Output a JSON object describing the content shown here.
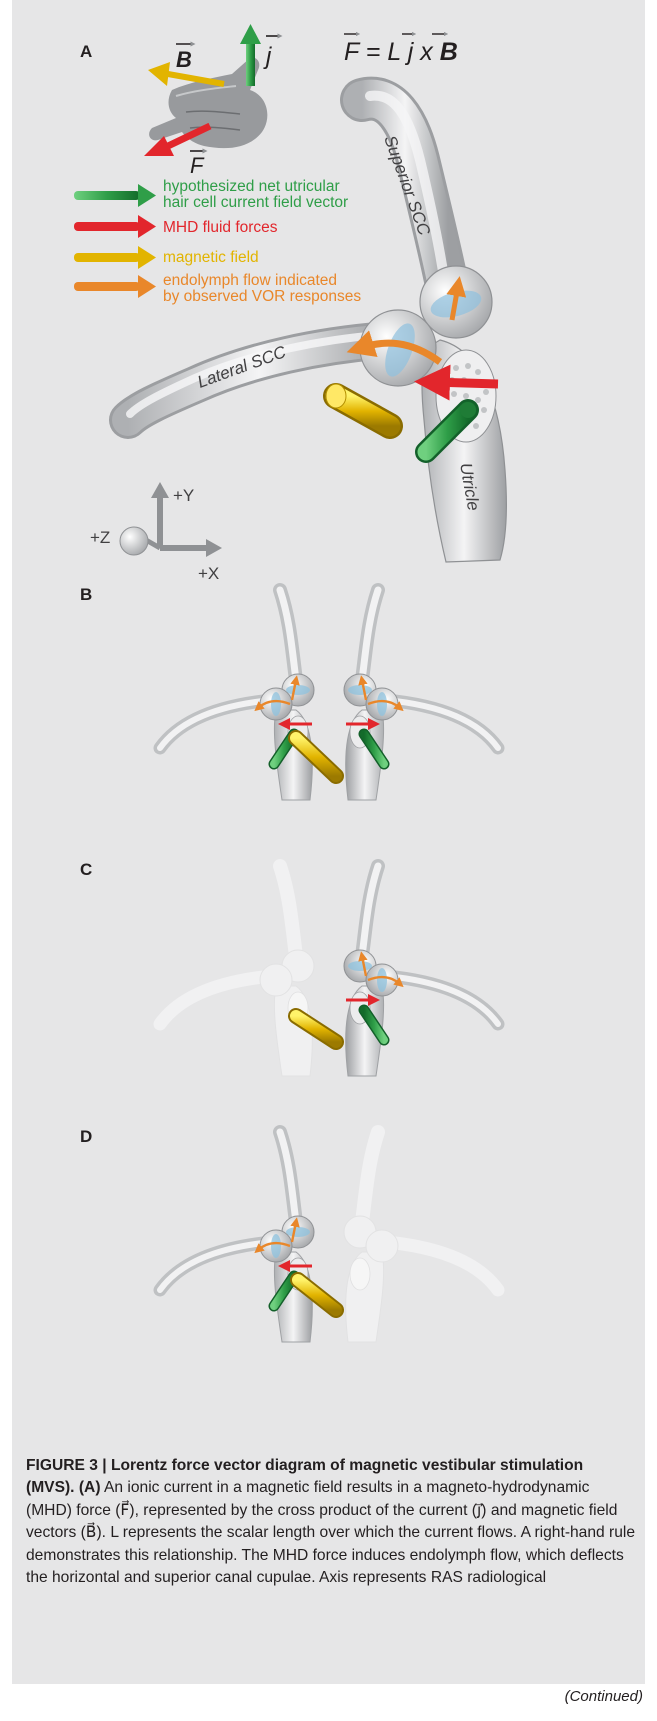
{
  "figure": {
    "panel_labels": {
      "a": "A",
      "b": "B",
      "c": "C",
      "d": "D"
    },
    "equation": {
      "F": "F",
      "eq": " = L ",
      "j": "j",
      "x": " x ",
      "B": "B"
    },
    "hand_labels": {
      "B": "B",
      "j": "j",
      "F": "F"
    },
    "legend": [
      {
        "lines": [
          "hypothesized net utricular",
          "hair cell current field vector"
        ],
        "color": "#2f9e48"
      },
      {
        "lines": [
          "MHD fluid forces"
        ],
        "color": "#e2262c"
      },
      {
        "lines": [
          "magnetic field"
        ],
        "color": "#e2b400"
      },
      {
        "lines": [
          "endolymph flow indicated",
          "by observed VOR responses"
        ],
        "color": "#e9872a"
      }
    ],
    "structure_labels": {
      "superior": "Superior SCC",
      "lateral": "Lateral SCC",
      "utricle": "Utricle"
    },
    "axes": {
      "y": "+Y",
      "z": "+Z",
      "x": "+X"
    },
    "colors": {
      "green": "#2f9e48",
      "red": "#e2262c",
      "yellow": "#e2b400",
      "orange": "#e9872a",
      "canal": "#d7d8da",
      "ampulla_blue": "#8ec1de",
      "background": "#e6e6e7"
    }
  },
  "caption": {
    "heading": "FIGURE 3 | Lorentz force vector diagram of magnetic vestibular stimulation (MVS).",
    "panel_a": "(A)",
    "body": " An ionic current in a magnetic field results in a magneto-hydrodynamic (MHD) force (F⃗), represented by the cross product of the current (j⃗) and magnetic field vectors (B⃗). L represents the scalar length over which the current flows. A right-hand rule demonstrates this relationship. The MHD force induces endolymph flow, which deflects the horizontal and superior canal cupulae. Axis represents RAS radiological",
    "continued": "(Continued)"
  }
}
